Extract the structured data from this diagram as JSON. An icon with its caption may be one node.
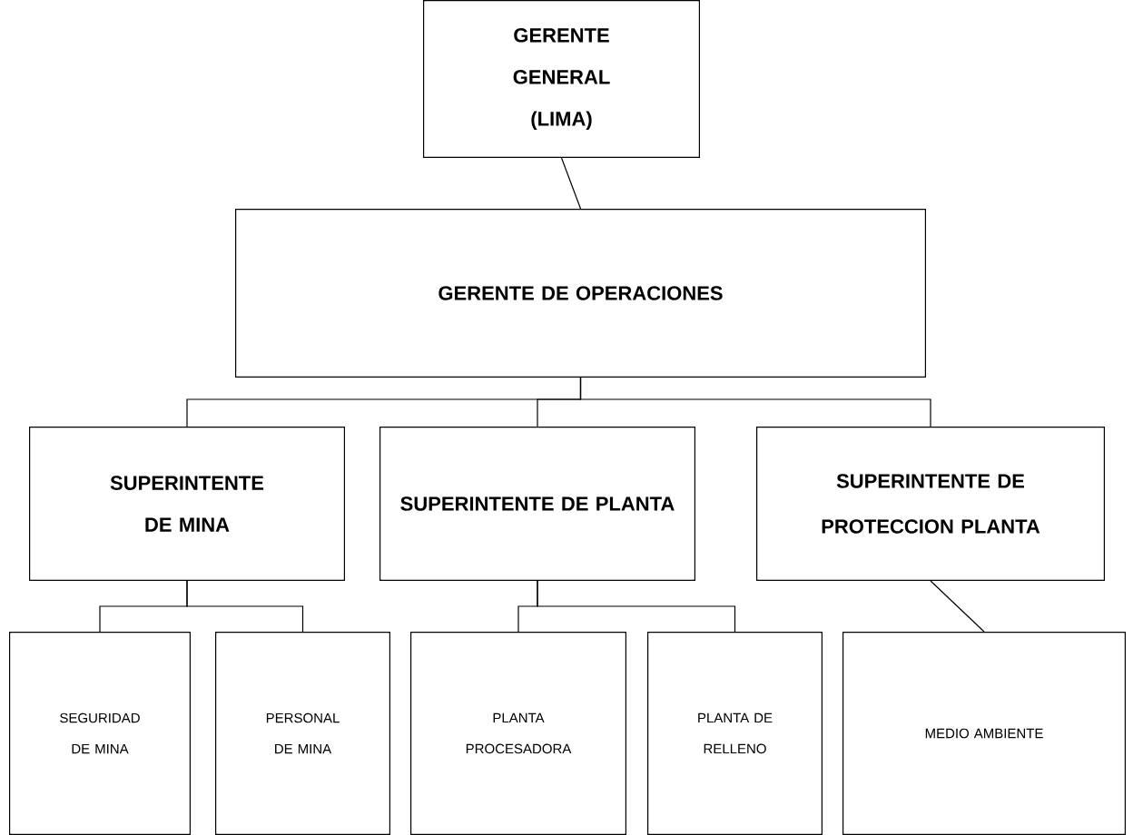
{
  "diagram": {
    "nodes": [
      {
        "text": [
          "GERENTE GENERAL (LIMA)"
        ]
      },
      {
        "text": [
          "GERENTE DE OPERACIONES"
        ]
      },
      {
        "text": [
          "SUPERINTENTE DE MINA"
        ]
      },
      {
        "text": [
          "SUPERINTENTE DE PLANTA"
        ]
      },
      {
        "text": [
          "SUPERINTENTE DE PROTECCION PLANTA"
        ]
      },
      {
        "text": [
          "SEGURIDAD DE MINA"
        ]
      },
      {
        "text": [
          "PERSONAL DE MINA"
        ]
      },
      {
        "text": [
          "PLANTA PROCESADORA"
        ]
      },
      {
        "text": [
          "PLANTA DE RELLENO"
        ]
      },
      {
        "text": [
          "MEDIO AMBIENTE"
        ]
      }
    ],
    "edges": [
      {
        "from": 0,
        "to": 1,
        "arrow": "none"
      },
      {
        "from": 1,
        "to": 2,
        "arrow": "none"
      },
      {
        "from": 1,
        "to": 3,
        "arrow": "none"
      },
      {
        "from": 1,
        "to": 4,
        "arrow": "none"
      },
      {
        "from": 2,
        "to": 5,
        "arrow": "none"
      },
      {
        "from": 2,
        "to": 6,
        "arrow": "none"
      },
      {
        "from": 3,
        "to": 7,
        "arrow": "none"
      },
      {
        "from": 3,
        "to": 8,
        "arrow": "none"
      },
      {
        "from": 4,
        "to": 9,
        "arrow": "none"
      }
    ]
  }
}
